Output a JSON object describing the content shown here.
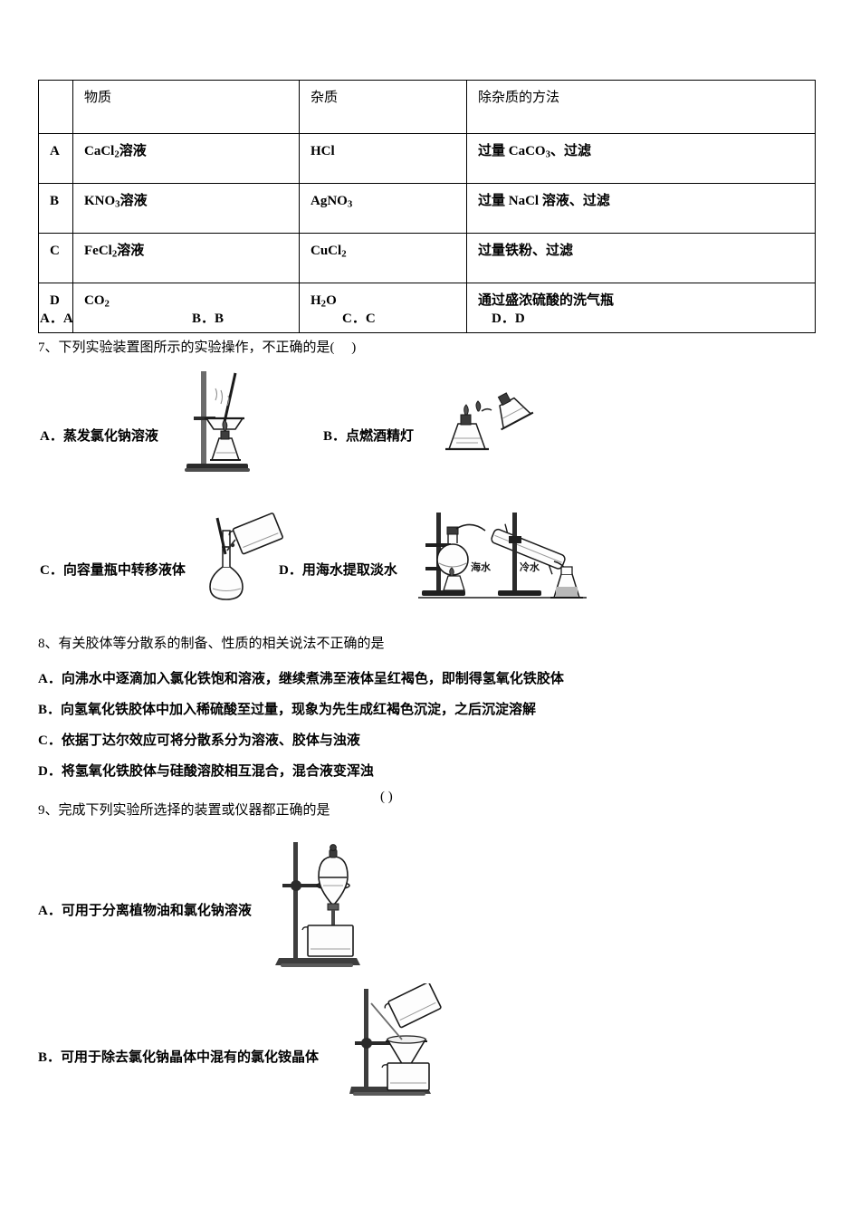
{
  "document": {
    "type": "chemistry-exam-page"
  },
  "table": {
    "headers": [
      "",
      "物质",
      "杂质",
      "除杂质的方法"
    ],
    "rows": [
      {
        "label": "A",
        "substance": "CaCl₂溶液",
        "substance_parts": {
          "formula": "CaCl",
          "sub": "2",
          "tail": "溶液"
        },
        "impurity": "HCl",
        "method": "过量 CaCO₃、过滤",
        "method_parts": {
          "head": "过量 CaCO",
          "sub": "3",
          "tail": "、过滤"
        }
      },
      {
        "label": "B",
        "substance": "KNO₃溶液",
        "substance_parts": {
          "formula": "KNO",
          "sub": "3",
          "tail": "溶液"
        },
        "impurity": "AgNO₃",
        "impurity_parts": {
          "formula": "AgNO",
          "sub": "3",
          "tail": ""
        },
        "method": "过量 NaCl 溶液、过滤",
        "method_parts": {
          "head": "过量 NaCl 溶液、过滤",
          "sub": "",
          "tail": ""
        }
      },
      {
        "label": "C",
        "substance": "FeCl₂溶液",
        "substance_parts": {
          "formula": "FeCl",
          "sub": "2",
          "tail": "溶液"
        },
        "impurity": "CuCl₂",
        "impurity_parts": {
          "formula": "CuCl",
          "sub": "2",
          "tail": ""
        },
        "method": "过量铁粉、过滤",
        "method_parts": {
          "head": "过量铁粉、过滤",
          "sub": "",
          "tail": ""
        }
      },
      {
        "label": "D",
        "substance": "CO₂",
        "substance_parts": {
          "formula": "CO",
          "sub": "2",
          "tail": ""
        },
        "impurity": "H₂O",
        "impurity_parts": {
          "formula": "H",
          "sub": "2",
          "tail": "O"
        },
        "method": "通过盛浓硫酸的洗气瓶",
        "method_parts": {
          "head": "通过盛浓硫酸的洗气瓶",
          "sub": "",
          "tail": ""
        }
      }
    ]
  },
  "answer_row": {
    "a": "A．A",
    "b": "B．B",
    "c": "C．C",
    "d": "D．D"
  },
  "question7": {
    "stem": "7、下列实验装置图所示的实验操作，不正确的是(     )",
    "options": [
      {
        "key": "A",
        "label": "A．蒸发氯化钠溶液",
        "figure": "evaporation-apparatus"
      },
      {
        "key": "B",
        "label": "B．点燃酒精灯",
        "figure": "alcohol-lamp-lighting"
      },
      {
        "key": "C",
        "label": "C．向容量瓶中转移液体",
        "figure": "volumetric-flask-transfer"
      },
      {
        "key": "D",
        "label": "D．用海水提取淡水",
        "figure": "distillation-apparatus"
      }
    ],
    "figure_labels": {
      "seawater": "海水",
      "cold_water": "冷水"
    }
  },
  "question8": {
    "stem": "8、有关胶体等分散系的制备、性质的相关说法不正确的是",
    "options": [
      "A．向沸水中逐滴加入氯化铁饱和溶液，继续煮沸至液体呈红褐色，即制得氢氧化铁胶体",
      "B．向氢氧化铁胶体中加入稀硫酸至过量，现象为先生成红褐色沉淀，之后沉淀溶解",
      "C．依据丁达尔效应可将分散系分为溶液、胶体与浊液",
      "D．将氢氧化铁胶体与硅酸溶胶相互混合，混合液变浑浊"
    ]
  },
  "question9": {
    "stem": "9、完成下列实验所选择的装置或仪器都正确的是",
    "stem_paren": "(      )",
    "options": [
      {
        "key": "A",
        "label": "A．可用于分离植物油和氯化钠溶液",
        "figure": "separatory-funnel-apparatus"
      },
      {
        "key": "B",
        "label": "B．可用于除去氯化钠晶体中混有的氯化铵晶体",
        "figure": "filtration-apparatus"
      }
    ]
  },
  "colors": {
    "ink": "#000000",
    "paper": "#ffffff",
    "line": "#1a1a1a"
  }
}
